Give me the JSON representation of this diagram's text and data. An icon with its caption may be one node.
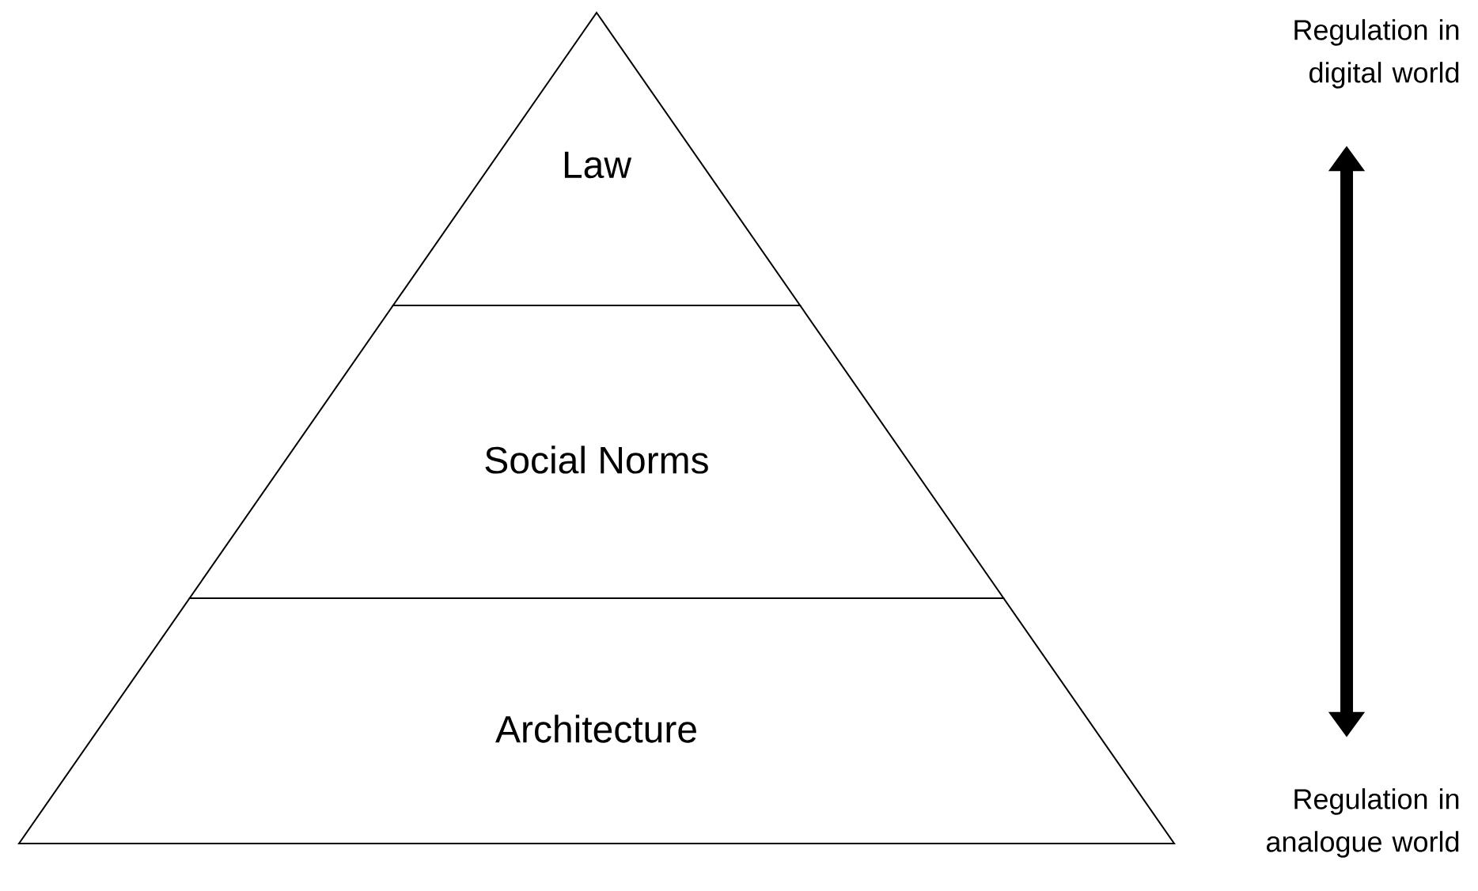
{
  "diagram": {
    "nodes": [
      {
        "text": [
          "Law"
        ]
      },
      {
        "text": [
          "Social Norms"
        ]
      },
      {
        "text": [
          "Architecture"
        ]
      },
      {
        "text": [
          "Regulation in digital world"
        ]
      },
      {
        "text": [
          "Regulation in analogue world"
        ]
      }
    ],
    "edges": [
      {
        "from": 3,
        "to": 4,
        "arrow": "both"
      }
    ]
  }
}
